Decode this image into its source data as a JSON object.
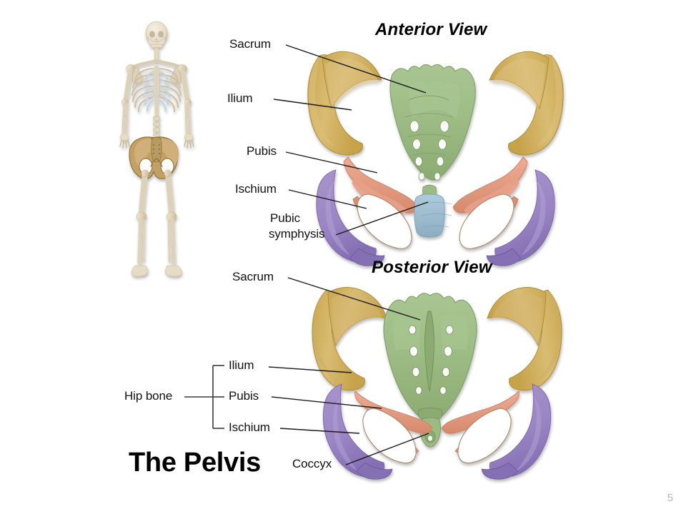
{
  "slide": {
    "title": "The Pelvis",
    "page_number": "5",
    "background_color": "#ffffff"
  },
  "figures": {
    "skeleton": {
      "name": "full-body-skeleton-anterior",
      "caption": ""
    },
    "anterior": {
      "title": "Anterior View",
      "labels": [
        {
          "id": "sacrum",
          "text": "Sacrum"
        },
        {
          "id": "ilium",
          "text": "Ilium"
        },
        {
          "id": "pubis",
          "text": "Pubis"
        },
        {
          "id": "ischium",
          "text": "Ischium"
        },
        {
          "id": "pubic-symphysis",
          "text": "Pubic\nsymphysis"
        },
        {
          "id": "pubic-symphysis-line1",
          "text": "Pubic"
        },
        {
          "id": "pubic-symphysis-line2",
          "text": "symphysis"
        }
      ]
    },
    "posterior": {
      "title": "Posterior View",
      "labels": [
        {
          "id": "sacrum",
          "text": "Sacrum"
        },
        {
          "id": "hip-bone",
          "text": "Hip bone"
        },
        {
          "id": "ilium",
          "text": "Ilium"
        },
        {
          "id": "pubis",
          "text": "Pubis"
        },
        {
          "id": "ischium",
          "text": "Ischium"
        },
        {
          "id": "coccyx",
          "text": "Coccyx"
        }
      ]
    }
  },
  "anatomy_colors": {
    "ilium_tan": "#d4b564",
    "ilium_tan_dark": "#b9972f",
    "sacrum_green": "#9cbb84",
    "sacrum_green_dark": "#7f9f66",
    "pubis_salmon": "#e8a088",
    "pubis_salmon_dark": "#cf7f63",
    "ischium_purple": "#9b85c4",
    "ischium_purple_dark": "#7c66ac",
    "symphysis_blue": "#9dbdd0",
    "bone_ivory": "#e8dcc6",
    "bone_ivory_dark": "#c9b99b",
    "rib_blue": "#c2d4e2",
    "leader_line": "#1a1a1a",
    "page_number_gray": "#b6b6b6"
  }
}
